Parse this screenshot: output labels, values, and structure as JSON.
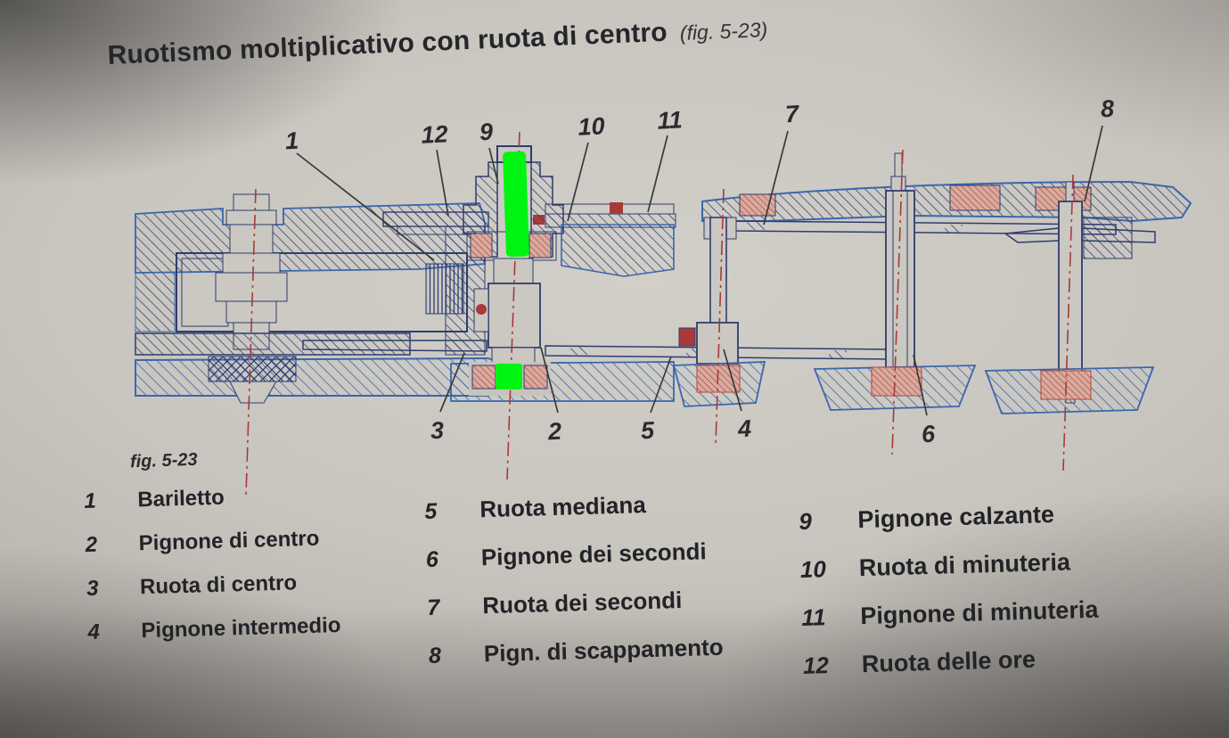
{
  "page": {
    "title": "Ruotismo moltiplicativo con ruota di centro",
    "title_fig_ref": "(fig. 5-23)"
  },
  "diagram": {
    "callouts_top": [
      "1",
      "12",
      "9",
      "10",
      "11",
      "7",
      "8"
    ],
    "callouts_bottom": [
      "3",
      "2",
      "5",
      "4",
      "6"
    ],
    "highlight_color": "#00f412",
    "line_blue": "#3a67ad",
    "line_navy": "#2e3d6f",
    "line_red": "#a83a38"
  },
  "legend": {
    "caption": "fig. 5-23",
    "columns": [
      {
        "items": [
          {
            "num": "1",
            "label": "Bariletto"
          },
          {
            "num": "2",
            "label": "Pignone di centro"
          },
          {
            "num": "3",
            "label": "Ruota di centro"
          },
          {
            "num": "4",
            "label": "Pignone intermedio"
          }
        ]
      },
      {
        "items": [
          {
            "num": "5",
            "label": "Ruota mediana"
          },
          {
            "num": "6",
            "label": "Pignone dei secondi"
          },
          {
            "num": "7",
            "label": "Ruota dei secondi"
          },
          {
            "num": "8",
            "label": "Pign. di scappamento"
          }
        ]
      },
      {
        "items": [
          {
            "num": "9",
            "label": "Pignone calzante"
          },
          {
            "num": "10",
            "label": "Ruota di minuteria"
          },
          {
            "num": "11",
            "label": "Pignone di minuteria"
          },
          {
            "num": "12",
            "label": "Ruota delle ore"
          }
        ]
      }
    ]
  }
}
